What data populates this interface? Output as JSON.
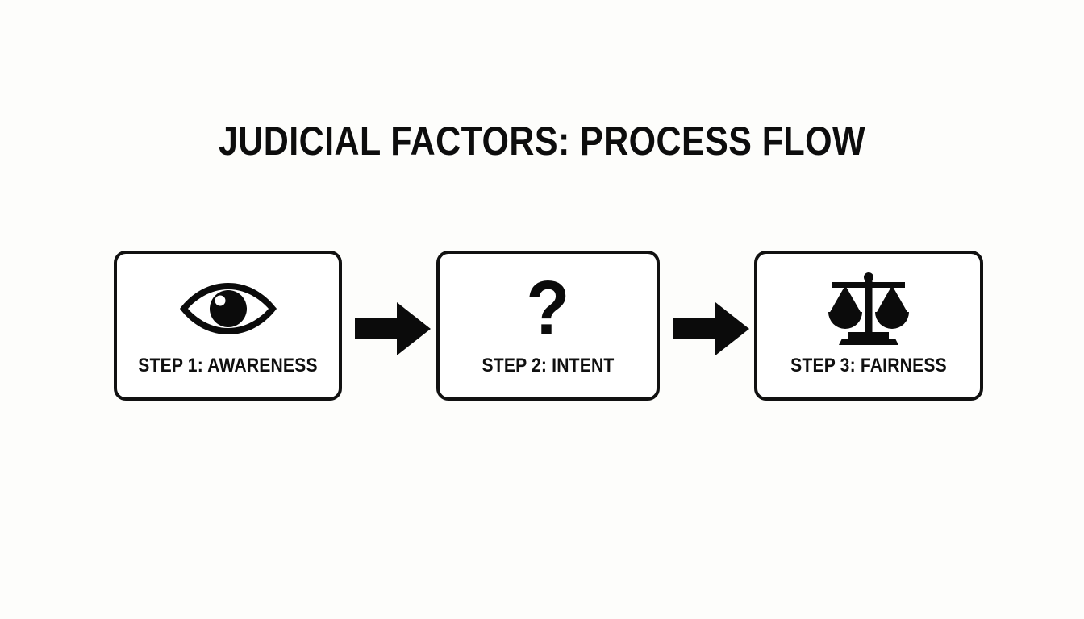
{
  "slide": {
    "background_color": "#fdfdfb",
    "ink_color": "#111111",
    "title": "JUDICIAL FACTORS: PROCESS FLOW"
  },
  "flow": {
    "steps": [
      {
        "label": "STEP 1: AWARENESS",
        "icon": "eye-icon"
      },
      {
        "label": "STEP 2: INTENT",
        "icon": "question-mark-icon",
        "glyph": "?"
      },
      {
        "label": "STEP 3: FAIRNESS",
        "icon": "balance-scales-icon"
      }
    ],
    "connectors": [
      {
        "icon": "arrow-right-icon"
      },
      {
        "icon": "arrow-right-icon"
      }
    ]
  }
}
